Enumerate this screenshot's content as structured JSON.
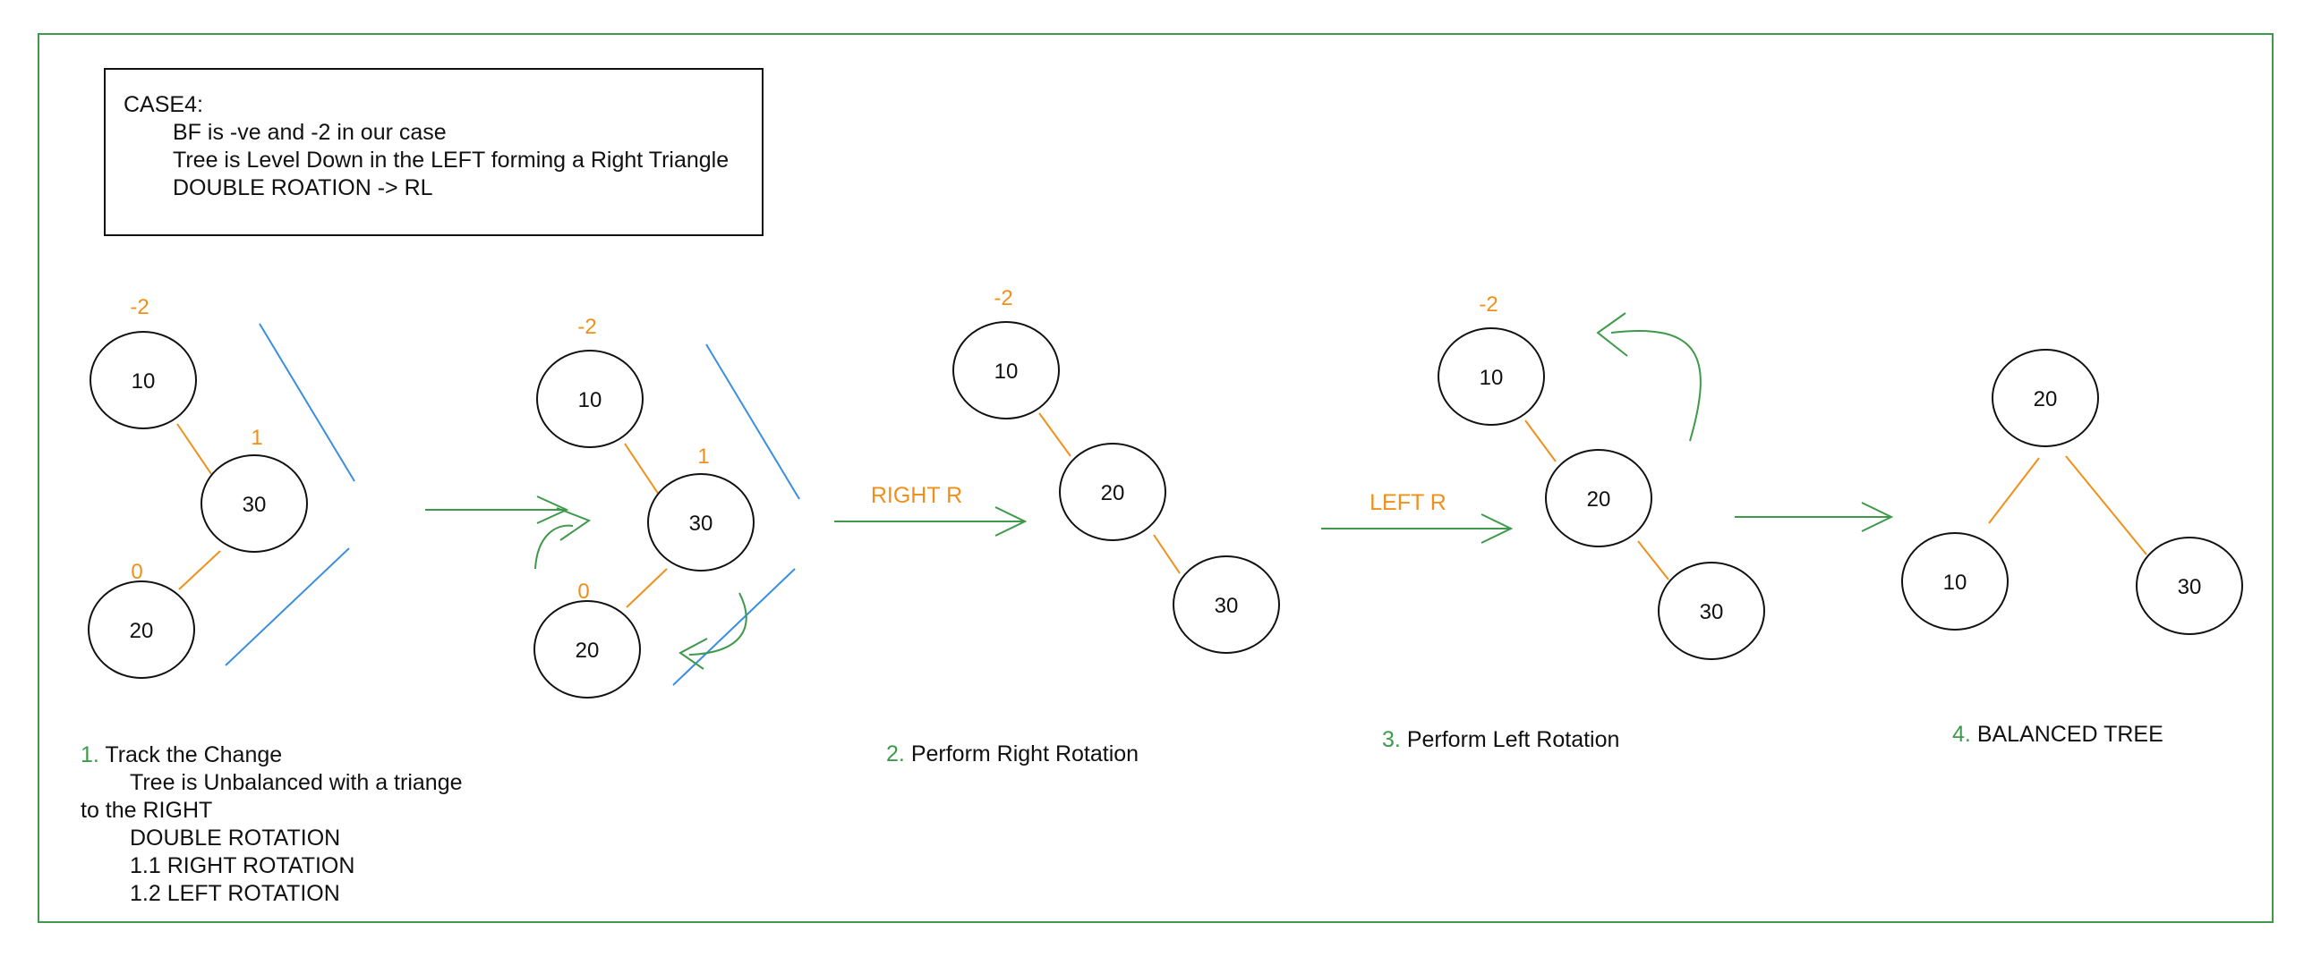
{
  "case_box": {
    "title": "CASE4:",
    "lines": [
      "BF is -ve and -2 in our case",
      "Tree is Level Down in the LEFT forming a Right Triangle",
      "DOUBLE ROATION -> RL"
    ]
  },
  "colors": {
    "frame": "#3e9a4a",
    "edge": "#f0901a",
    "balance": "#f0901a",
    "guide": "#3a8fe0",
    "arrow": "#3e9a4a",
    "node_stroke": "#111111"
  },
  "stages": [
    {
      "nodes": [
        "10",
        "30",
        "20"
      ],
      "balance_factors": [
        "-2",
        "1",
        "0"
      ]
    },
    {
      "nodes": [
        "10",
        "30",
        "20"
      ],
      "balance_factors": [
        "-2",
        "1",
        "0"
      ]
    },
    {
      "nodes": [
        "10",
        "20",
        "30"
      ],
      "balance_factors": [
        "-2"
      ]
    },
    {
      "nodes": [
        "10",
        "20",
        "30"
      ],
      "balance_factors": [
        "-2"
      ]
    },
    {
      "nodes": [
        "20",
        "10",
        "30"
      ],
      "balance_factors": []
    }
  ],
  "arrow_labels": {
    "right": "RIGHT R",
    "left": "LEFT  R"
  },
  "captions": {
    "step1": {
      "num": "1.",
      "title": "Track the Change",
      "lines": [
        "Tree is Unbalanced with a triange",
        "to the RIGHT",
        "DOUBLE ROTATION",
        "1.1 RIGHT ROTATION",
        "1.2 LEFT ROTATION"
      ]
    },
    "step2": {
      "num": "2.",
      "title": "Perform Right Rotation"
    },
    "step3": {
      "num": "3.",
      "title": "Perform Left Rotation"
    },
    "step4": {
      "num": "4.",
      "title": "BALANCED TREE"
    }
  }
}
